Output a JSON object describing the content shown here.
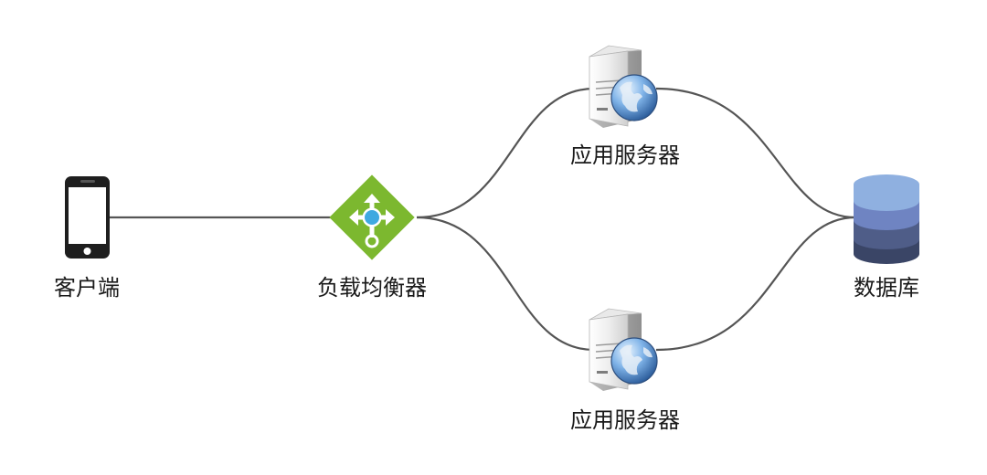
{
  "nodes": {
    "client": {
      "label": "客户端",
      "icon": "smartphone-icon"
    },
    "load_balancer": {
      "label": "负载均衡器",
      "icon": "load-balancer-icon"
    },
    "app_server_top": {
      "label": "应用服务器",
      "icon": "web-server-icon"
    },
    "app_server_bottom": {
      "label": "应用服务器",
      "icon": "web-server-icon"
    },
    "database": {
      "label": "数据库",
      "icon": "database-icon"
    }
  },
  "colors": {
    "connector": "#555555",
    "lb_green": "#7cb82f",
    "lb_center": "#3fa9e0",
    "db_top": "#8fb0e0",
    "db_mid": "#6f84c2",
    "db_low": "#4f5d88",
    "db_bottom": "#3a4566"
  }
}
